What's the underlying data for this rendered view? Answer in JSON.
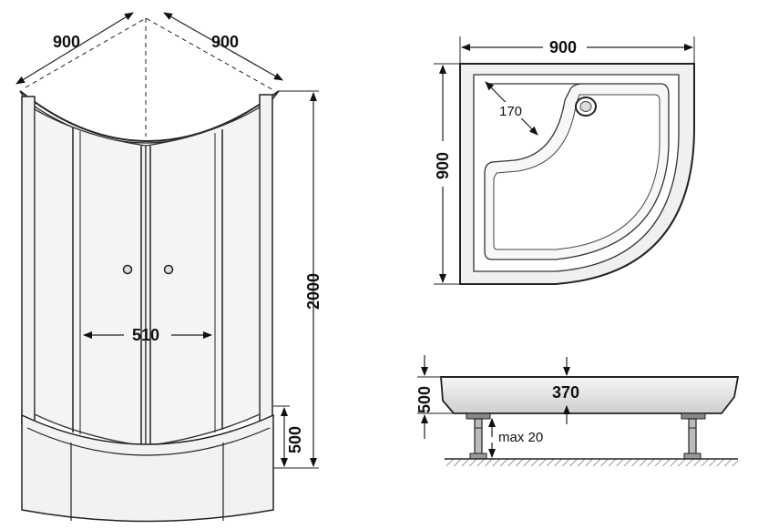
{
  "cabin": {
    "width_left": "900",
    "width_right": "900",
    "height": "2000",
    "door_opening": "510",
    "tray_height": "500"
  },
  "tray_top": {
    "width": "900",
    "depth": "900",
    "corner_radius": "170"
  },
  "tray_side": {
    "height": "500",
    "inner_depth": "370",
    "leg_clearance": "max 20"
  },
  "colors": {
    "line": "#222222",
    "glass": "#eeeeee",
    "tray_fill": "#e6e6e6",
    "floor": "#c8c8c8"
  }
}
